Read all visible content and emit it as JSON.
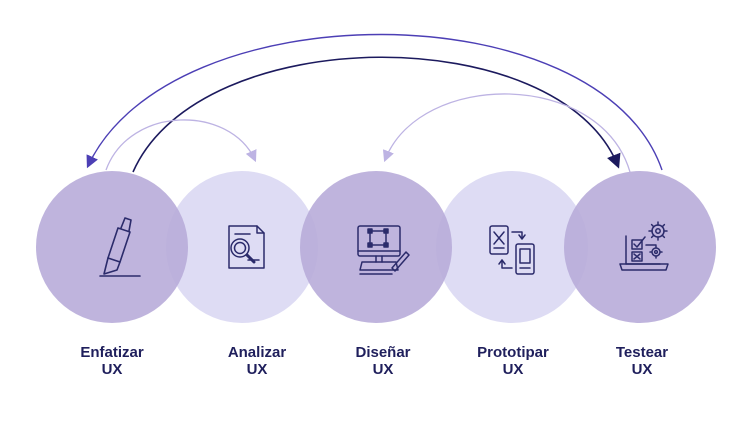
{
  "steps": [
    {
      "line1": "Enfatizar",
      "line2": "UX",
      "icon": "highlighter-icon"
    },
    {
      "line1": "Analizar",
      "line2": "UX",
      "icon": "document-search-icon"
    },
    {
      "line1": "Diseñar",
      "line2": "UX",
      "icon": "design-monitor-icon"
    },
    {
      "line1": "Prototipar",
      "line2": "UX",
      "icon": "prototype-screens-icon"
    },
    {
      "line1": "Testear",
      "line2": "UX",
      "icon": "testing-laptop-icon"
    }
  ],
  "colors": {
    "circle_dark": "#b8acd9",
    "circle_light": "#dedcf4",
    "icon_stroke": "#2b2b6b",
    "arrow_dark": "#1c1a5e",
    "arrow_purple": "#4c3fb5",
    "arrow_light": "#bdb3e3",
    "label_text": "#1f1f5c"
  }
}
